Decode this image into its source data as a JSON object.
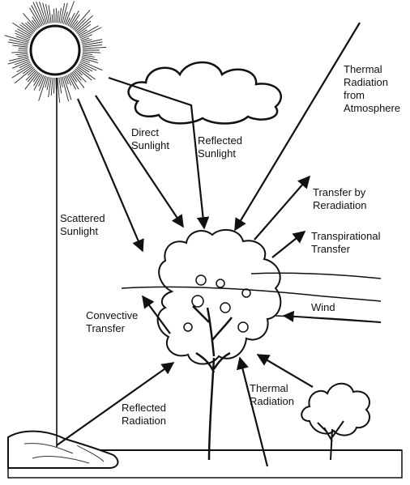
{
  "labels": {
    "direct_sunlight": [
      "Direct",
      "Sunlight"
    ],
    "reflected_sunlight": [
      "Reflected",
      "Sunlight"
    ],
    "thermal_from_atmosphere": [
      "Thermal",
      "Radiation",
      "from",
      "Atmosphere"
    ],
    "scattered_sunlight": [
      "Scattered",
      "Sunlight"
    ],
    "transfer_by_reradiation": [
      "Transfer by",
      "Reradiation"
    ],
    "transpirational_transfer": [
      "Transpirational",
      "Transfer"
    ],
    "wind": "Wind",
    "convective_transfer": [
      "Convective",
      "Transfer"
    ],
    "thermal_radiation": [
      "Thermal",
      "Radiation"
    ],
    "reflected_radiation": [
      "Reflected",
      "Radiation"
    ]
  }
}
